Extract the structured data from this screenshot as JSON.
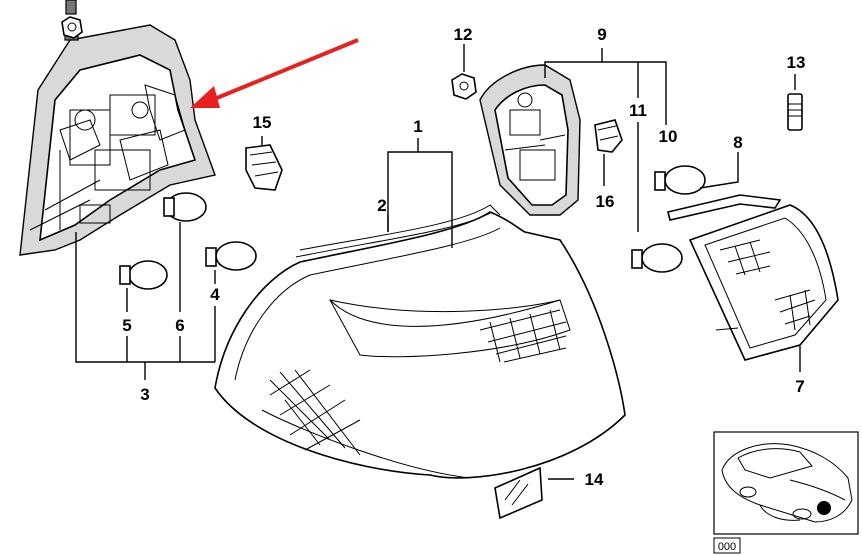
{
  "callouts": {
    "c1": "1",
    "c2": "2",
    "c3": "3",
    "c4": "4",
    "c5": "5",
    "c6": "6",
    "c7": "7",
    "c8": "8",
    "c9": "9",
    "c10": "10",
    "c11": "11",
    "c12": "12",
    "c13": "13",
    "c14": "14",
    "c15": "15",
    "c16": "16"
  },
  "thumbnail": {
    "code": "000"
  },
  "colors": {
    "arrow": "#e8201e",
    "line": "#000000",
    "shade": "#d9d9d9"
  }
}
